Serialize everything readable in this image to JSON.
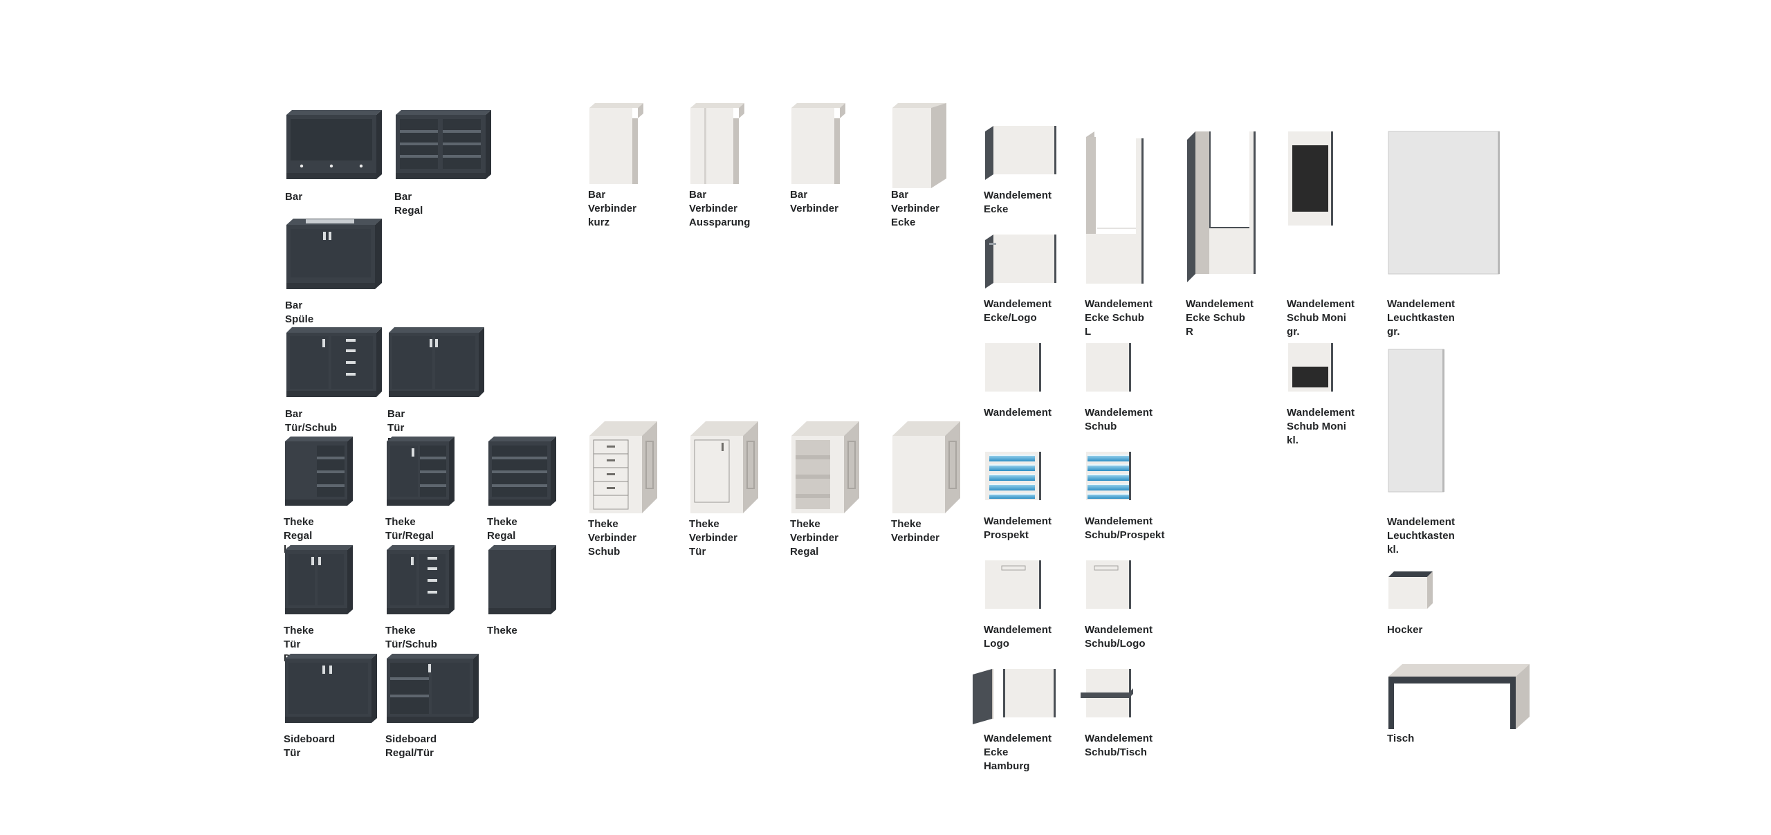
{
  "colors": {
    "cabinet": "#3a4047",
    "cabinet_top": "#4b525a",
    "cabinet_side": "#2c3137",
    "white": "#efedea",
    "white_side": "#c6c2bd",
    "text": "#222426",
    "blue": "#3d9fd0"
  },
  "products": [
    {
      "id": "bar",
      "label": "Bar",
      "icon": "bar-cabinet-icon"
    },
    {
      "id": "bar-regal",
      "label": "Bar Regal",
      "icon": "shelf-cabinet-icon"
    },
    {
      "id": "bar-spuele",
      "label": "Bar Spüle",
      "icon": "sink-cabinet-icon"
    },
    {
      "id": "bar-tuer-schub",
      "label": "Bar Tür/Schub",
      "icon": "door-drawer-cabinet-icon"
    },
    {
      "id": "bar-tuer-doppel",
      "label": "Bar Tür Doppel",
      "icon": "double-door-cabinet-icon"
    },
    {
      "id": "theke-regal-kl",
      "label": "Theke Regal kl",
      "icon": "small-shelf-counter-icon"
    },
    {
      "id": "theke-tuer-regal",
      "label": "Theke Tür/Regal",
      "icon": "door-shelf-counter-icon"
    },
    {
      "id": "theke-regal",
      "label": "Theke Regal",
      "icon": "shelf-counter-icon"
    },
    {
      "id": "theke-tuer-doppel",
      "label": "Theke Tür Doppel",
      "icon": "double-door-counter-icon"
    },
    {
      "id": "theke-tuer-schub",
      "label": "Theke Tür/Schub",
      "icon": "door-drawer-counter-icon"
    },
    {
      "id": "theke",
      "label": "Theke",
      "icon": "counter-icon"
    },
    {
      "id": "sideboard-tuer",
      "label": "Sideboard Tür",
      "icon": "sideboard-door-icon"
    },
    {
      "id": "sideboard-regal-tuer",
      "label": "Sideboard Regal/Tür",
      "icon": "sideboard-shelf-door-icon"
    },
    {
      "id": "bar-verbinder-kurz",
      "label": "Bar Verbinder\nkurz",
      "icon": "short-connector-icon"
    },
    {
      "id": "bar-verbinder-aussparung",
      "label": "Bar Verbinder\nAussparung",
      "icon": "recess-connector-icon"
    },
    {
      "id": "bar-verbinder",
      "label": "Bar Verbinder",
      "icon": "connector-icon"
    },
    {
      "id": "bar-verbinder-ecke",
      "label": "Bar Verbinder\nEcke",
      "icon": "corner-connector-icon"
    },
    {
      "id": "theke-verbinder-schub",
      "label": "Theke Verbinder\nSchub",
      "icon": "drawer-connector-icon"
    },
    {
      "id": "theke-verbinder-tuer",
      "label": "Theke Verbinder\nTür",
      "icon": "door-connector-icon"
    },
    {
      "id": "theke-verbinder-regal",
      "label": "Theke Verbinder\nRegal",
      "icon": "shelf-connector-icon"
    },
    {
      "id": "theke-verbinder",
      "label": "Theke Verbinder",
      "icon": "counter-connector-icon"
    },
    {
      "id": "wand-ecke",
      "label": "Wandelement\nEcke",
      "icon": "wall-corner-icon"
    },
    {
      "id": "wand-ecke-logo",
      "label": "Wandelement\nEcke/Logo",
      "icon": "wall-corner-logo-icon"
    },
    {
      "id": "wand-ecke-schub-l",
      "label": "Wandelement\nEcke Schub L",
      "icon": "wall-corner-drawer-left-icon"
    },
    {
      "id": "wand-ecke-schub-r",
      "label": "Wandelement\nEcke Schub R",
      "icon": "wall-corner-drawer-right-icon"
    },
    {
      "id": "wand-schub-moni-gr",
      "label": "Wandelement\nSchub Moni gr.",
      "icon": "wall-monitor-large-icon"
    },
    {
      "id": "wand-leuchtkasten-gr",
      "label": "Wandelement\nLeuchtkasten gr.",
      "icon": "lightbox-large-icon"
    },
    {
      "id": "wandelement",
      "label": "Wandelement",
      "icon": "wall-panel-icon"
    },
    {
      "id": "wand-schub",
      "label": "Wandelement\nSchub",
      "icon": "wall-drawer-icon"
    },
    {
      "id": "wand-schub-moni-kl",
      "label": "Wandelement\nSchub Moni kl.",
      "icon": "wall-monitor-small-icon"
    },
    {
      "id": "wand-prospekt",
      "label": "Wandelement\nProspekt",
      "icon": "brochure-rack-icon"
    },
    {
      "id": "wand-schub-prospekt",
      "label": "Wandelement\nSchub/Prospekt",
      "icon": "drawer-brochure-rack-icon"
    },
    {
      "id": "wand-leuchtkasten-kl",
      "label": "Wandelement\nLeuchtkasten kl.",
      "icon": "lightbox-small-icon"
    },
    {
      "id": "wand-logo",
      "label": "Wandelement\nLogo",
      "icon": "wall-logo-icon"
    },
    {
      "id": "wand-schub-logo",
      "label": "Wandelement\nSchub/Logo",
      "icon": "wall-drawer-logo-icon"
    },
    {
      "id": "hocker",
      "label": "Hocker",
      "icon": "stool-icon"
    },
    {
      "id": "wand-ecke-hamburg",
      "label": "Wandelement\nEcke Hamburg",
      "icon": "wall-corner-hamburg-icon"
    },
    {
      "id": "wand-schub-tisch",
      "label": "Wandelement\nSchub/Tisch",
      "icon": "wall-drawer-table-icon"
    },
    {
      "id": "tisch",
      "label": "Tisch",
      "icon": "table-icon"
    }
  ]
}
